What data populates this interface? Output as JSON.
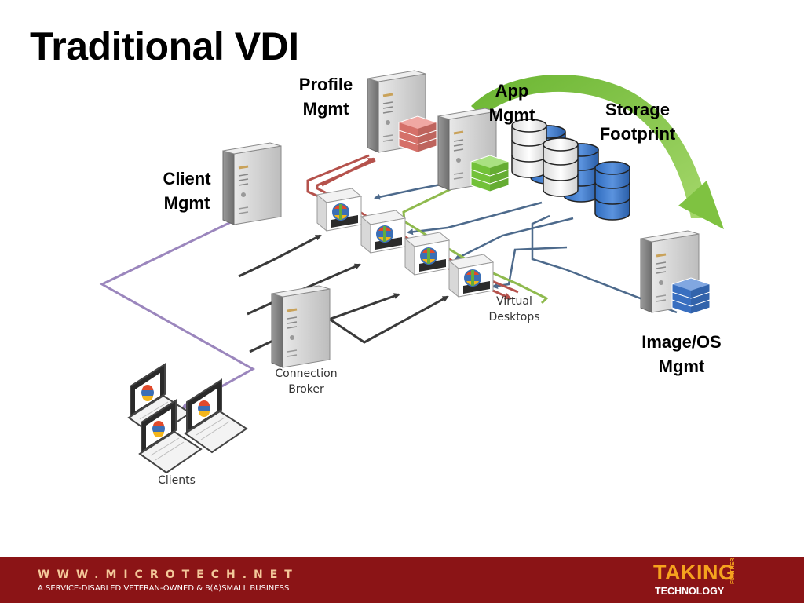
{
  "slide": {
    "title": "Traditional VDI"
  },
  "labels": {
    "profile": [
      "Profile",
      "Mgmt"
    ],
    "app": [
      "App",
      "Mgmt"
    ],
    "storage": [
      "Storage",
      "Footprint"
    ],
    "client": [
      "Client",
      "Mgmt"
    ],
    "image": [
      "Image/OS",
      "Mgmt"
    ],
    "virtual_desktops": [
      "Virtual",
      "Desktops"
    ],
    "connection_broker": [
      "Connection",
      "Broker"
    ],
    "clients": "Clients"
  },
  "footer": {
    "url": "WWW.MICROTECH.NET",
    "tagline": "A SERVICE-DISABLED VETERAN-OWNED & 8(A)SMALL BUSINESS",
    "logo_main": "TAKING",
    "logo_sub": "TECHNOLOGY",
    "logo_side": "FURTHER"
  },
  "colors": {
    "profile_flow": "#b5524c",
    "app_flow": "#8fba4e",
    "image_flow": "#4d6a8c",
    "client_flow": "#9b86bd",
    "broker_flow": "#3a3a3a",
    "storage_arrow": "#7fc241",
    "footer_bg": "#8b1416",
    "logo_accent": "#f5a21e"
  }
}
